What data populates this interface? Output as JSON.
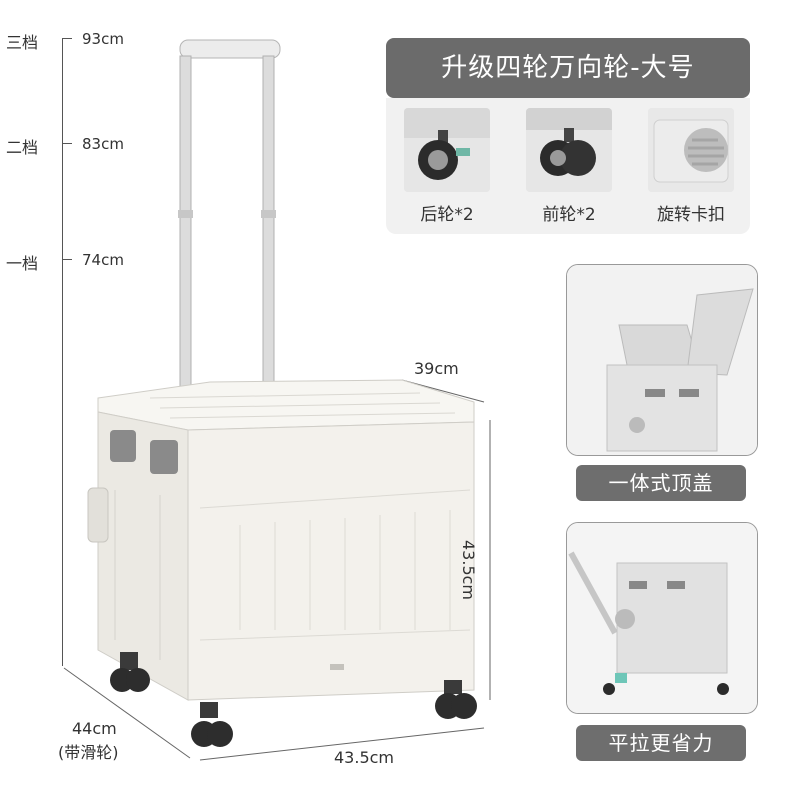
{
  "height_levels": [
    {
      "level": "三档",
      "height": "93cm"
    },
    {
      "level": "二档",
      "height": "83cm"
    },
    {
      "level": "一档",
      "height": "74cm"
    }
  ],
  "dimensions": {
    "top_depth": "39cm",
    "box_height": "43.5cm",
    "width": "43.5cm",
    "depth_with_wheels": "44cm",
    "depth_note": "(带滑轮)"
  },
  "header": {
    "title": "升级四轮万向轮-大号"
  },
  "features": [
    {
      "label": "后轮*2",
      "icon": "rear-wheel-icon"
    },
    {
      "label": "前轮*2",
      "icon": "front-wheel-icon"
    },
    {
      "label": "旋转卡扣",
      "icon": "rotary-buckle-icon"
    }
  ],
  "cards": [
    {
      "caption": "一体式顶盖"
    },
    {
      "caption": "平拉更省力"
    }
  ],
  "colors": {
    "banner": "#6b6b6b",
    "tag": "#6e6e6e",
    "cart_body": "#f3f1ec",
    "accent_teal": "#6ec6b8"
  }
}
